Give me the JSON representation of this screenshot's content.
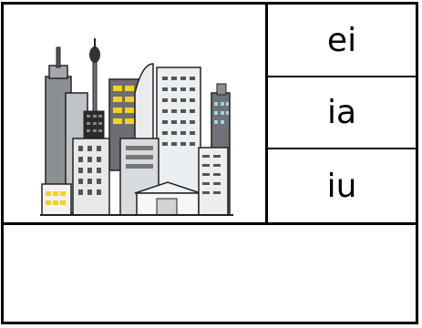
{
  "picture": {
    "icon": "city-skyline-icon"
  },
  "options": [
    "ei",
    "ia",
    "iu"
  ],
  "answer_box": {
    "value": ""
  }
}
